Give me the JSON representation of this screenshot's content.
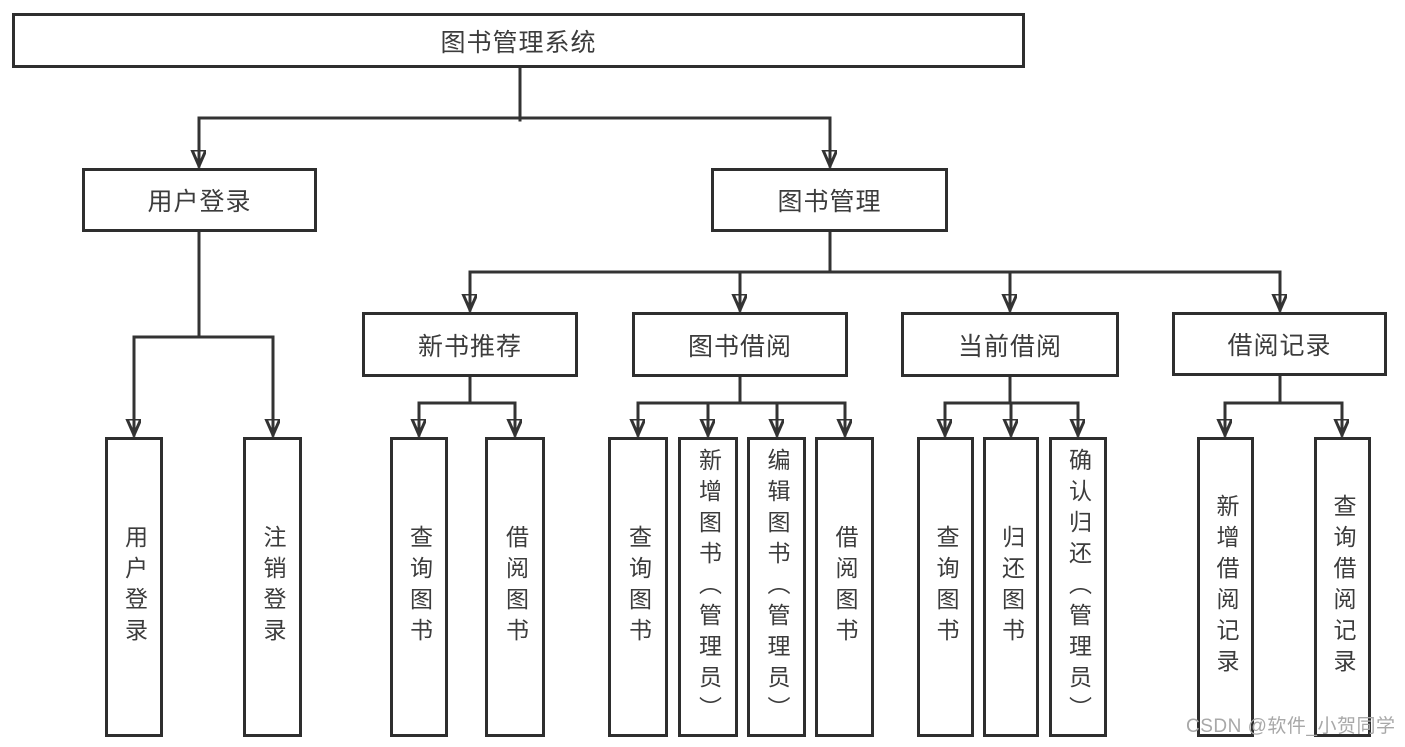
{
  "diagram_title": "图书管理系统",
  "tree": {
    "root": {
      "label": "图书管理系统"
    },
    "children": [
      {
        "label": "用户登录",
        "children": [
          {
            "label": "用户登录"
          },
          {
            "label": "注销登录"
          }
        ]
      },
      {
        "label": "图书管理",
        "children": [
          {
            "label": "新书推荐",
            "children": [
              {
                "label": "查询图书"
              },
              {
                "label": "借阅图书"
              }
            ]
          },
          {
            "label": "图书借阅",
            "children": [
              {
                "label": "查询图书"
              },
              {
                "label": "新增图书（管理员）"
              },
              {
                "label": "编辑图书（管理员）"
              },
              {
                "label": "借阅图书"
              }
            ]
          },
          {
            "label": "当前借阅",
            "children": [
              {
                "label": "查询图书"
              },
              {
                "label": "归还图书"
              },
              {
                "label": "确认归还（管理员）"
              }
            ]
          },
          {
            "label": "借阅记录",
            "children": [
              {
                "label": "新增借阅记录"
              },
              {
                "label": "查询借阅记录"
              }
            ]
          }
        ]
      }
    ]
  },
  "watermark": {
    "text": "CSDN @软件_小贺同学"
  },
  "colors": {
    "line": "#333333",
    "box_border": "#2e2e2e",
    "text": "#3c3c3c",
    "background": "#ffffff",
    "watermark": "#a8a8a8"
  }
}
